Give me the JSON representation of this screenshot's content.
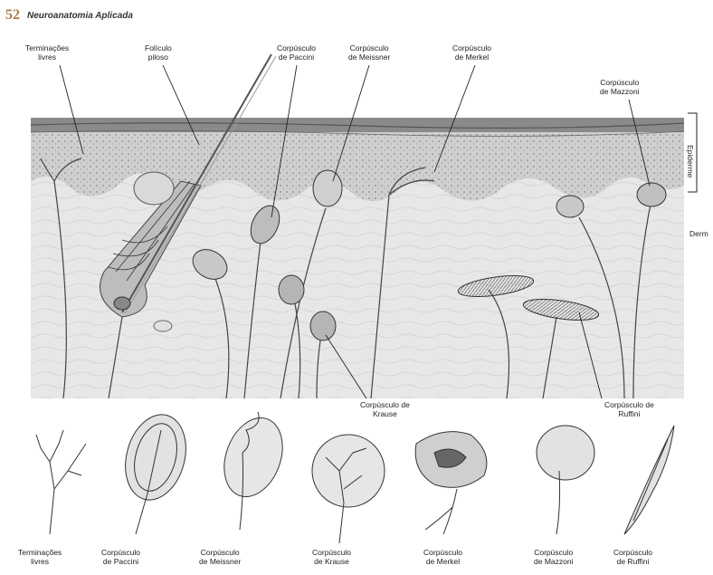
{
  "header": {
    "page_number": "52",
    "book_title": "Neuroanatomia Aplicada"
  },
  "top_labels": {
    "terminacoes_livres": [
      "Terminações",
      "livres"
    ],
    "foliculo_piloso": [
      "Folículo",
      "piloso"
    ],
    "paccini": [
      "Corpúsculo",
      "de Paccini"
    ],
    "meissner": [
      "Corpúsculo",
      "de Meissner"
    ],
    "merkel": [
      "Corpúsculo",
      "de Merkel"
    ],
    "mazzoni": [
      "Corpúsculo",
      "de Mazzoni"
    ]
  },
  "side_labels": {
    "epiderme": "Epiderme",
    "derme": "Derm"
  },
  "mid_labels": {
    "krause": [
      "Corpúsculo de",
      "Krause"
    ],
    "ruffini": [
      "Corpúsculo de",
      "Ruffini"
    ]
  },
  "bottom_labels": [
    [
      "Terminações",
      "livres"
    ],
    [
      "Corpúsculo",
      "de Paccini"
    ],
    [
      "Corpúsculo",
      "de Meissner"
    ],
    [
      "Corpúsculo",
      "de Krause"
    ],
    [
      "Corpúsculo",
      "de Merkel"
    ],
    [
      "Corpúsculo",
      "de Mazzoni"
    ],
    [
      "Corpúsculo",
      "de Ruffini"
    ]
  ]
}
